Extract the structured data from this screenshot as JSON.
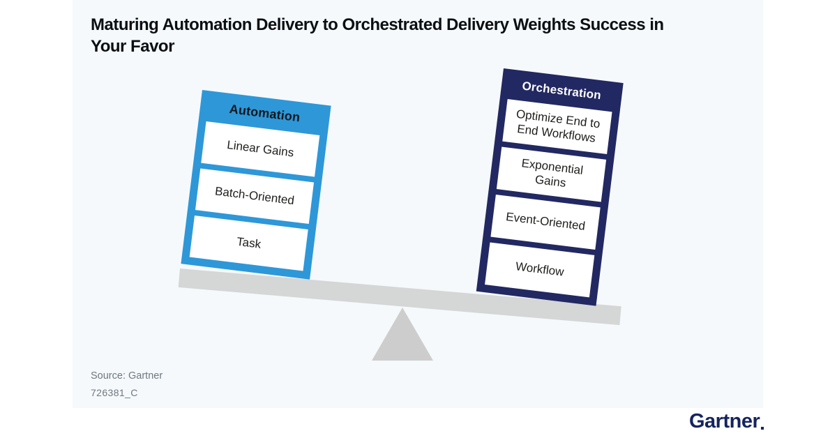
{
  "title": {
    "line1": "Maturing Automation Delivery to Orchestrated Delivery Weights Success in",
    "line2": "Your Favor"
  },
  "seesaw": {
    "automation": {
      "header": "Automation",
      "items": [
        "Linear Gains",
        "Batch-Oriented",
        "Task"
      ]
    },
    "orchestration": {
      "header": "Orchestration",
      "items": [
        "Optimize End to End Workflows",
        "Exponential Gains",
        "Event-Oriented",
        "Workflow"
      ]
    }
  },
  "footer": {
    "source": "Source: Gartner",
    "doc_id": "726381_C",
    "logo": "Gartner"
  },
  "colors": {
    "automation_blue": "#2E97D8",
    "orchestration_navy": "#222861",
    "beam_gray": "#D5D6D6",
    "fulcrum_gray": "#CDCDCD",
    "panel_background": "#F5F9FB",
    "logo_navy": "#15245F",
    "title_black": "#0b0e12",
    "footer_gray": "#6F7780"
  }
}
